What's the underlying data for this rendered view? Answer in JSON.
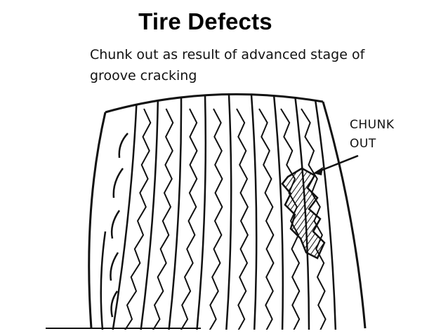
{
  "title": "Tire Defects",
  "caption": {
    "line1": "Chunk out as result of advanced stage of",
    "line2": "groove cracking"
  },
  "callout": {
    "line1": "CHUNK",
    "line2": "OUT"
  },
  "colors": {
    "ink": "#111111",
    "background": "#ffffff"
  }
}
